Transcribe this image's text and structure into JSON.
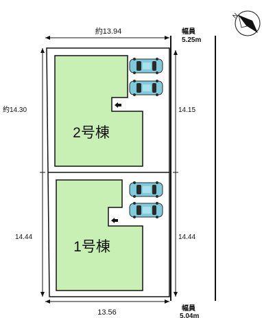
{
  "dimensions": {
    "top_width": "約13.94",
    "left_height": "約14.30",
    "upper_right_height": "14.15",
    "lower_left_height": "14.44",
    "lower_right_height": "14.44",
    "bottom_width": "13.56"
  },
  "road_top": {
    "label": "幅員",
    "width": "5.25m"
  },
  "road_bottom": {
    "label": "幅員",
    "width": "5.04m"
  },
  "buildings": [
    {
      "label": "2号棟"
    },
    {
      "label": "1号棟"
    }
  ],
  "compass": {
    "label": "N",
    "icon": "north-arrow-icon"
  },
  "colors": {
    "building_fill": "#c8f0b4",
    "car_body": "#7ecbdc",
    "car_window": "#2a2a2a",
    "line": "#111111"
  }
}
